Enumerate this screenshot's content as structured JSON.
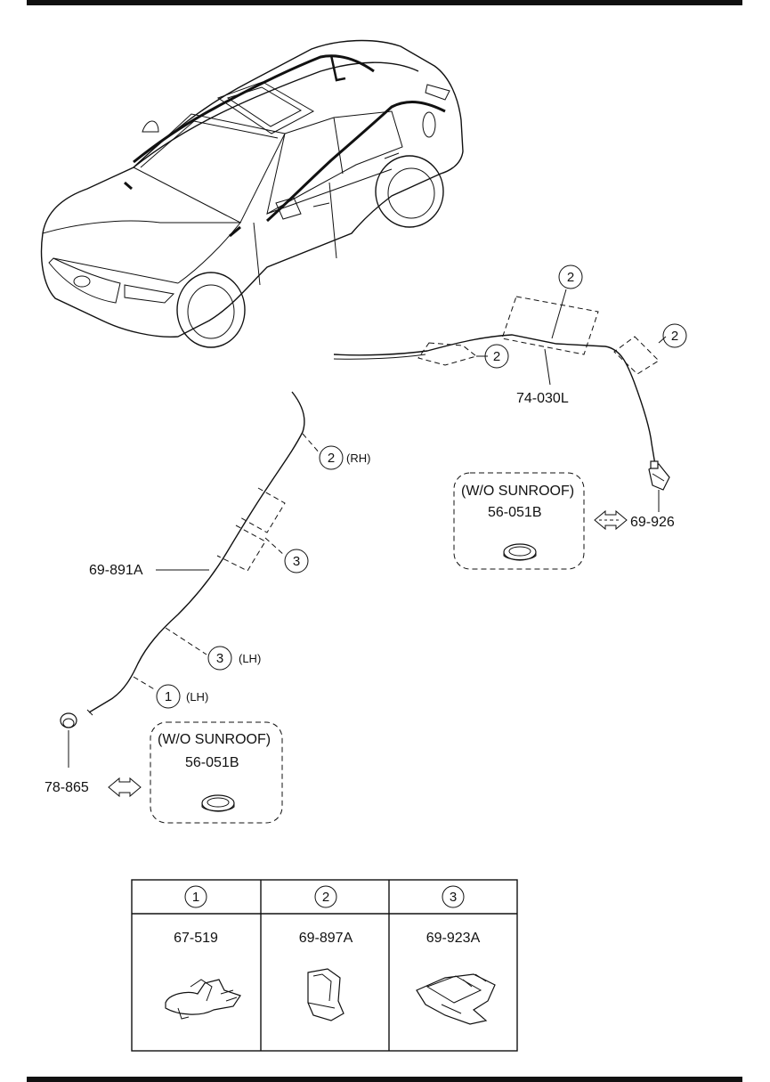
{
  "callouts": {
    "c1": "1",
    "c2": "2",
    "c3": "3"
  },
  "labels": {
    "part_74_030L": "74-030L",
    "part_69_926": "69-926",
    "part_69_891A": "69-891A",
    "part_78_865": "78-865",
    "rh": "(RH)",
    "lh": "(LH)"
  },
  "variant_boxes": [
    {
      "condition": "(W/O SUNROOF)",
      "part": "56-051B"
    },
    {
      "condition": "(W/O SUNROOF)",
      "part": "56-051B"
    }
  ],
  "legend_table": {
    "columns": [
      {
        "num": "1",
        "part": "67-519"
      },
      {
        "num": "2",
        "part": "69-897A"
      },
      {
        "num": "3",
        "part": "69-923A"
      }
    ]
  }
}
